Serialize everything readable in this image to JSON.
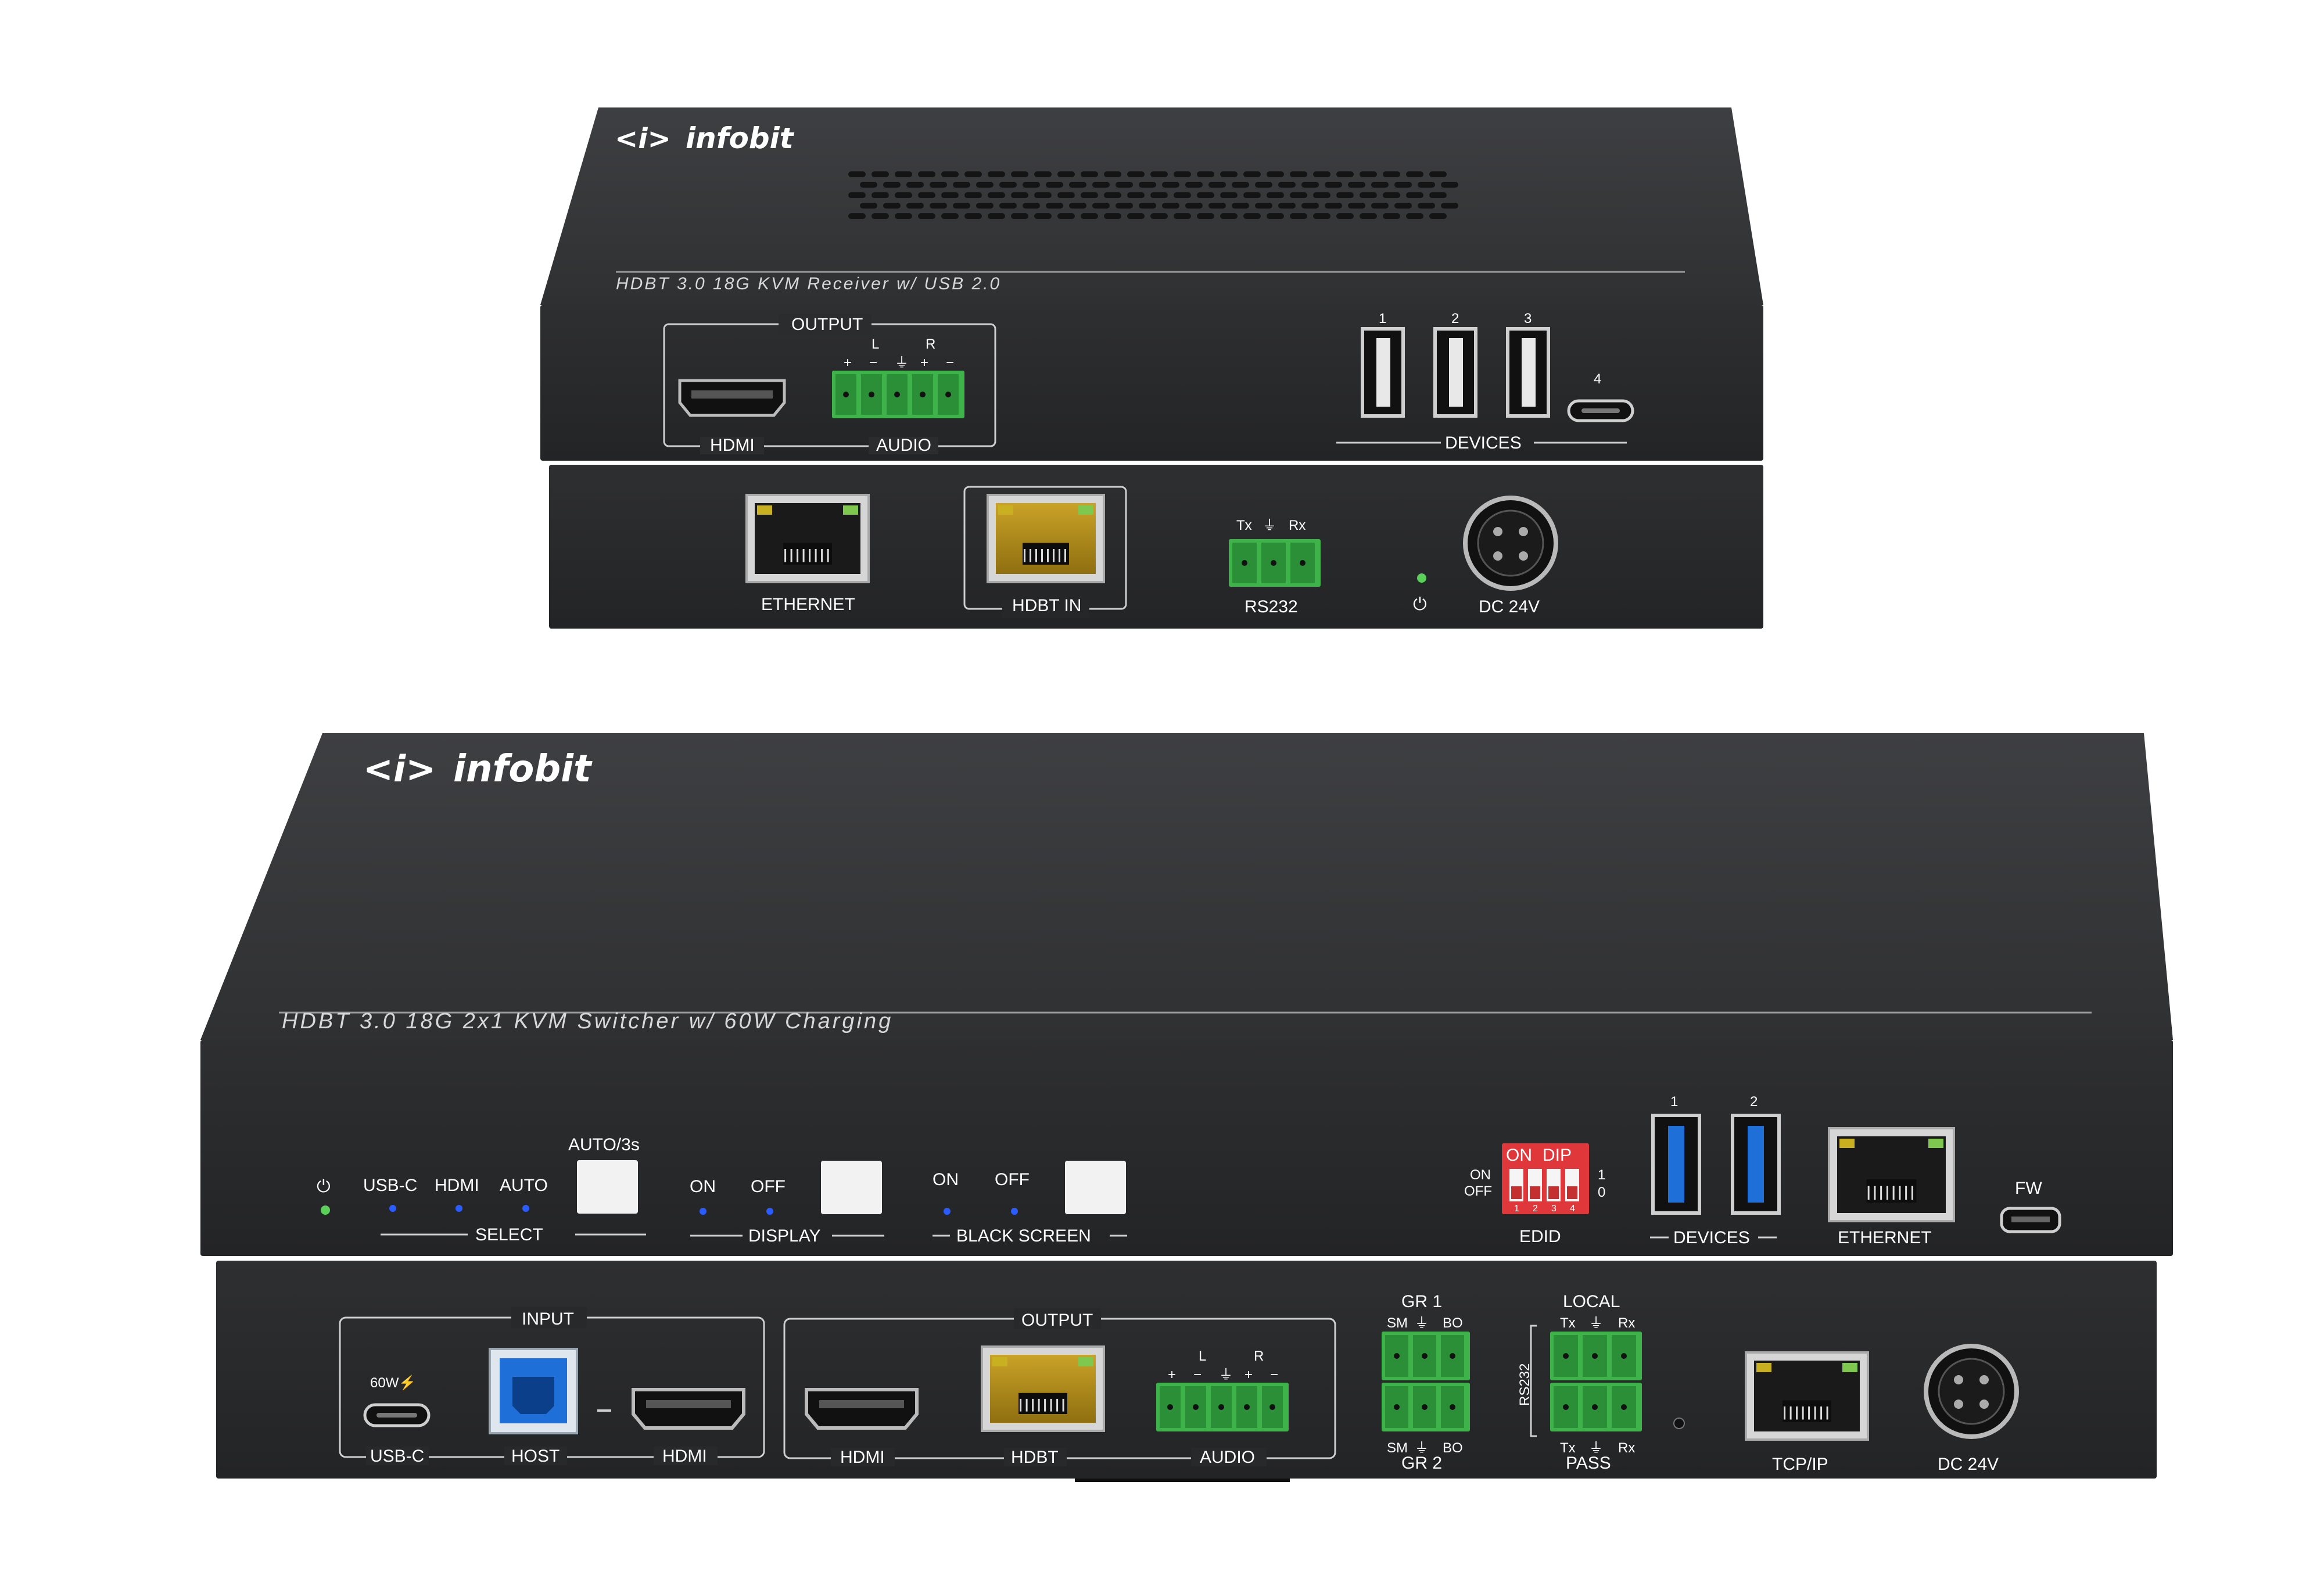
{
  "receiver": {
    "brand": "infobit",
    "brand_mark": "<i>",
    "model_title": "HDBT 3.0 18G KVM Receiver w/ USB 2.0",
    "front": {
      "output_group": "OUTPUT",
      "hdmi_label": "HDMI",
      "audio_label": "AUDIO",
      "audio_channels": [
        "L",
        "R"
      ],
      "audio_pins": [
        "+",
        "−",
        "⏚",
        "+",
        "−"
      ],
      "device_ports": [
        "1",
        "2",
        "3",
        "4"
      ],
      "devices_label": "DEVICES"
    },
    "rear": {
      "ethernet_label": "ETHERNET",
      "hdbt_in_label": "HDBT IN",
      "rs232_pins": [
        "Tx",
        "⏚",
        "Rx"
      ],
      "rs232_label": "RS232",
      "power_symbol": "⏻",
      "dc_label": "DC 24V"
    }
  },
  "switcher": {
    "brand": "infobit",
    "brand_mark": "<i>",
    "model_title": "HDBT 3.0 18G 2x1 KVM Switcher w/ 60W Charging",
    "front": {
      "power_symbol": "⏻",
      "select_options": [
        "USB-C",
        "HDMI",
        "AUTO"
      ],
      "auto_button_label": "AUTO/3s",
      "select_label": "SELECT",
      "display_options": [
        "ON",
        "OFF"
      ],
      "display_label": "DISPLAY",
      "black_screen_options": [
        "ON",
        "OFF"
      ],
      "black_screen_label": "BLACK SCREEN",
      "dip_on_label": "ON",
      "dip_title": "DIP",
      "dip_left_labels": [
        "ON",
        "OFF"
      ],
      "dip_right_labels": [
        "1",
        "0"
      ],
      "dip_numbers": [
        "1",
        "2",
        "3",
        "4"
      ],
      "edid_label": "EDID",
      "device_ports": [
        "1",
        "2"
      ],
      "devices_label": "DEVICES",
      "ethernet_label": "ETHERNET",
      "fw_label": "FW"
    },
    "rear": {
      "input_group": "INPUT",
      "usbc_power": "60W⚡",
      "usbc_label": "USB-C",
      "host_label": "HOST",
      "hdmi_in_label": "HDMI",
      "output_group": "OUTPUT",
      "hdmi_out_label": "HDMI",
      "hdbt_label": "HDBT",
      "audio_label": "AUDIO",
      "audio_channels": [
        "L",
        "R"
      ],
      "audio_pins": [
        "+",
        "−",
        "⏚",
        "+",
        "−"
      ],
      "gr1_label": "GR 1",
      "gr_pins": [
        "SM",
        "⏚",
        "BO"
      ],
      "gr2_label": "GR 2",
      "rs232_side_label": "RS232",
      "local_label": "LOCAL",
      "rs_pins": [
        "Tx",
        "⏚",
        "Rx"
      ],
      "pass_label": "PASS",
      "tcpip_label": "TCP/IP",
      "dc_label": "DC 24V"
    }
  },
  "colors": {
    "chassis_top": "#3a3b3d",
    "chassis_face": "#2a2b2d",
    "terminal_green": "#3db34a",
    "usb3_blue": "#1f6fd8",
    "dip_red": "#e0383a",
    "led_blue": "#2a5cff",
    "led_green": "#5ad05a"
  }
}
